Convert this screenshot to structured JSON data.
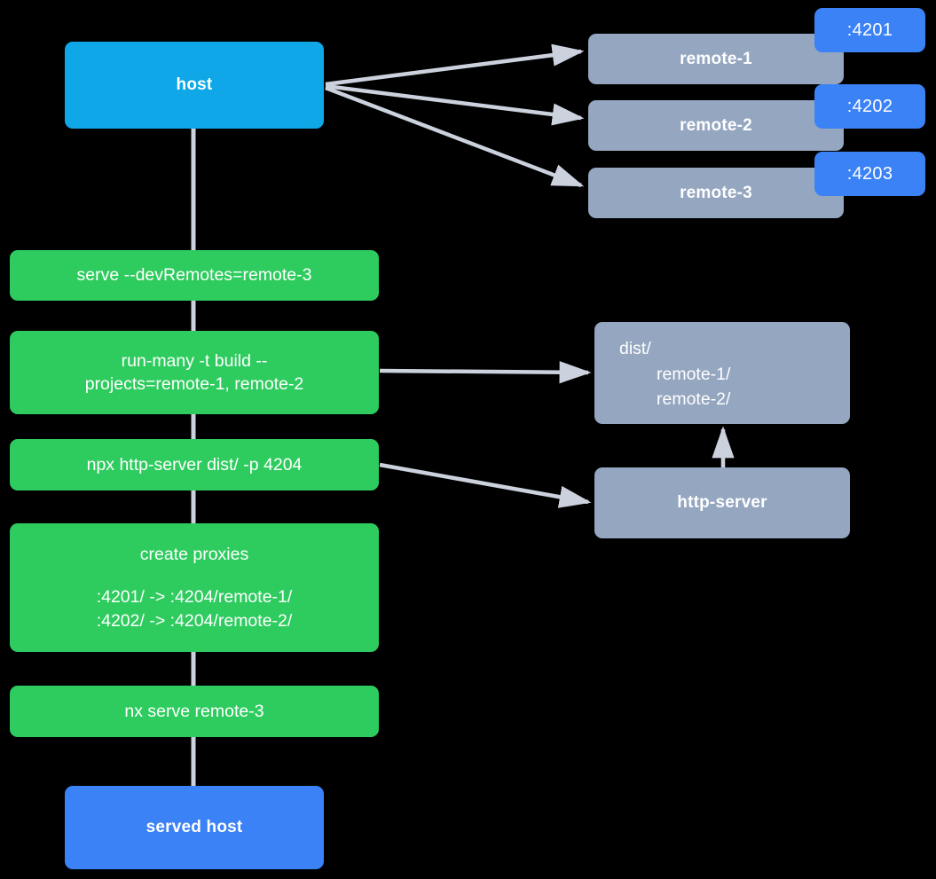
{
  "diagram": {
    "title": "Nx module federation host and remotes serve flow",
    "background_color": "#000000",
    "colors": {
      "host": "#0fa7e8",
      "served_host": "#3b82f6",
      "command": "#2ecc5f",
      "service": "#94a6c0",
      "port_badge": "#3b82f6",
      "edge": "#ccd2dd",
      "text": "#ffffff"
    }
  },
  "nodes": {
    "host": {
      "label": "host"
    },
    "served_host": {
      "label": "served host"
    },
    "remotes": [
      {
        "label": "remote-1",
        "port": ":4201"
      },
      {
        "label": "remote-2",
        "port": ":4202"
      },
      {
        "label": "remote-3",
        "port": ":4203"
      }
    ],
    "commands": [
      {
        "label": "serve --devRemotes=remote-3"
      },
      {
        "line1": "run-many -t build --",
        "line2": "projects=remote-1, remote-2"
      },
      {
        "label": "npx http-server dist/ -p 4204"
      },
      {
        "title": "create proxies",
        "mapping1": ":4201/ -> :4204/remote-1/",
        "mapping2": ":4202/ -> :4204/remote-2/"
      },
      {
        "label": "nx serve remote-3"
      }
    ],
    "dist": {
      "line1": "dist/",
      "line2": "remote-1/",
      "line3": "remote-2/"
    },
    "http_server": {
      "label": "http-server"
    }
  }
}
